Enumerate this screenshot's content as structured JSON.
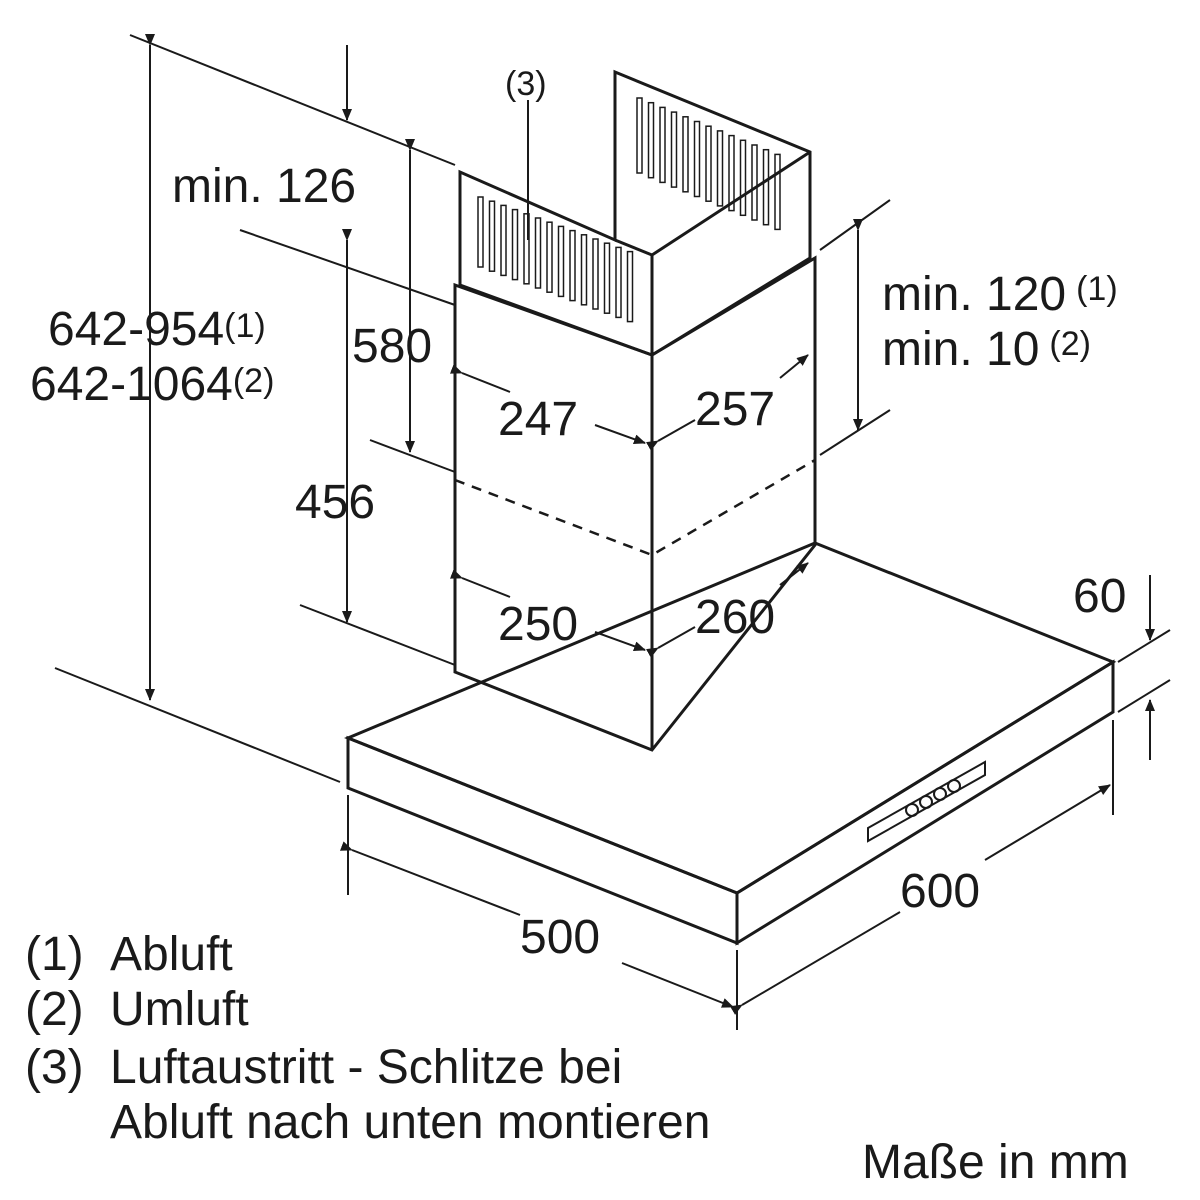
{
  "labels": {
    "slot_ref": "(3)",
    "min_126": "min. 126",
    "height_range_1": "642-954",
    "height_range_1_ref": "(1)",
    "height_range_2": "642-1064",
    "height_range_2_ref": "(2)",
    "dim_580": "580",
    "dim_456": "456",
    "dim_247": "247",
    "dim_257": "257",
    "dim_250": "250",
    "dim_260": "260",
    "min_120": "min. 120",
    "min_120_ref": "(1)",
    "min_10": "min. 10",
    "min_10_ref": "(2)",
    "dim_60": "60",
    "dim_600": "600",
    "dim_500": "500"
  },
  "legend": [
    {
      "ref": "(1)",
      "text": "Abluft"
    },
    {
      "ref": "(2)",
      "text": "Umluft"
    },
    {
      "ref": "(3)",
      "text": "Luftaustritt - Schlitze bei"
    },
    {
      "ref": "",
      "text": "Abluft nach unten montieren"
    }
  ],
  "units": "Maße in mm"
}
